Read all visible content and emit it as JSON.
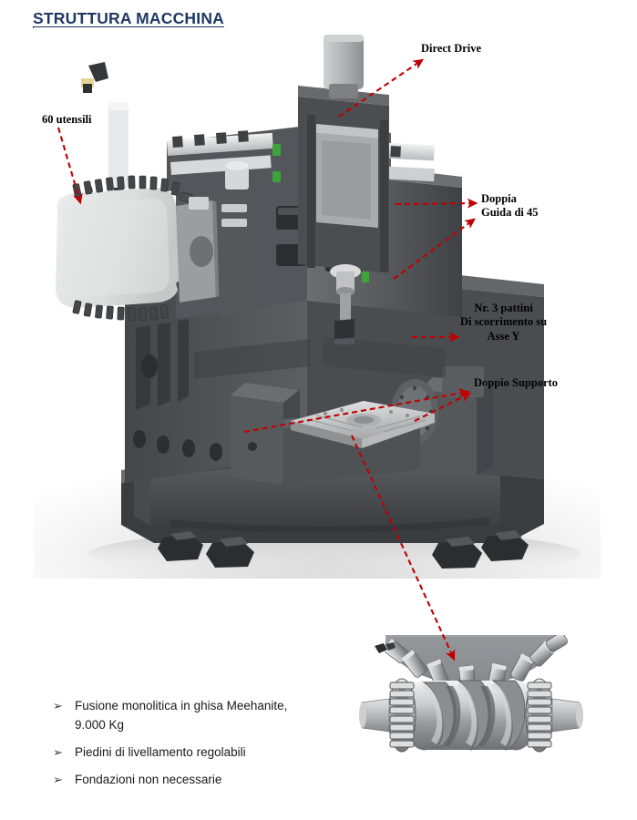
{
  "slide": {
    "title": "STRUTTURA MACCHINA",
    "title_color": "#1f3864",
    "accent_color": "#c00000",
    "background_color": "#ffffff"
  },
  "figure": {
    "machine": {
      "alt_name": "5-axis machining centre structure render",
      "body_color": "#4a4d50",
      "magazine_color": "#d9d9d9"
    },
    "detail": {
      "alt_name": "globoidal roller cam drive cutaway photo"
    }
  },
  "callouts": [
    {
      "id": "direct-drive",
      "text": "Direct Drive"
    },
    {
      "id": "sixty-tools",
      "text": "60 utensili"
    },
    {
      "id": "double-guide",
      "line1": "Doppia",
      "line2": "Guida di 45",
      "text": "Doppia\nGuida di 45"
    },
    {
      "id": "three-pads",
      "line1": "Nr. 3 pattini",
      "line2": "Di scorrimento su",
      "line3": "Asse Y",
      "text": "Nr. 3 pattini\nDi scorrimento su\nAsse Y"
    },
    {
      "id": "double-support",
      "text": "Doppio Supporto"
    }
  ],
  "bullets": {
    "marker": "➢",
    "items": [
      {
        "line1": "Fusione monolitica in ghisa Meehanite,",
        "line2": "9.000 Kg"
      },
      {
        "line1": "Piedini di livellamento regolabili",
        "line2": ""
      },
      {
        "line1": "Fondazioni non necessarie",
        "line2": ""
      }
    ]
  }
}
